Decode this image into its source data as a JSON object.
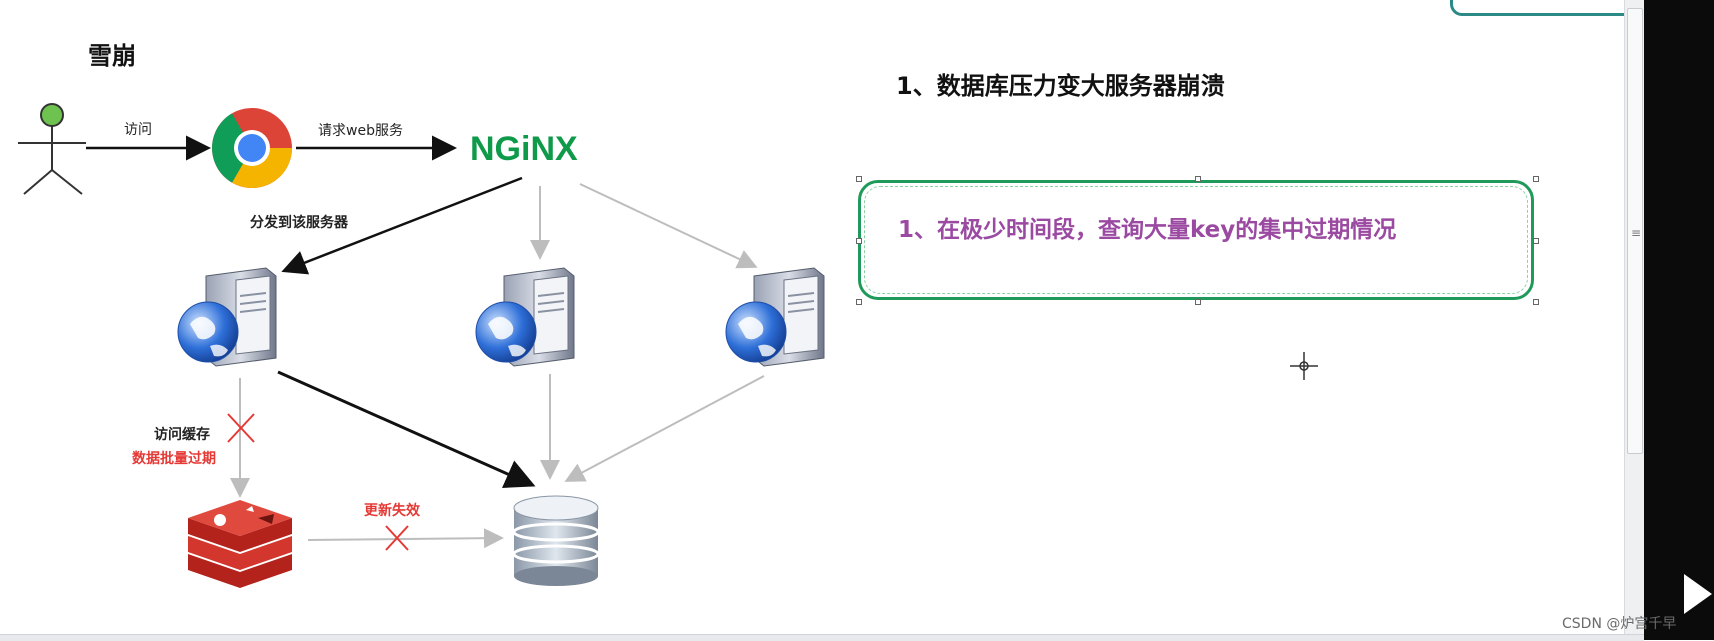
{
  "page": {
    "title": "雪崩",
    "heading": "1、数据库压力变大服务器崩溃",
    "note": "1、在极少时间段，查询大量key的集中过期情况"
  },
  "diagram": {
    "labels": {
      "visit": "访问",
      "request_web": "请求web服务",
      "distribute": "分发到该服务器",
      "visit_cache": "访问缓存",
      "data_expire": "数据批量过期",
      "update_fail": "更新失效",
      "nginx": "NGiNX"
    }
  },
  "watermark": "CSDN @炉宫千早",
  "colors": {
    "accent_green": "#1f9a5a",
    "note_text": "#9b4aa2",
    "red_label": "#e53935",
    "nginx_green": "#0f9a4a"
  },
  "icons": {
    "user": "stick-figure-icon",
    "browser": "chrome-icon",
    "server": "server-icon",
    "cache": "redis-icon",
    "database": "database-icon"
  }
}
